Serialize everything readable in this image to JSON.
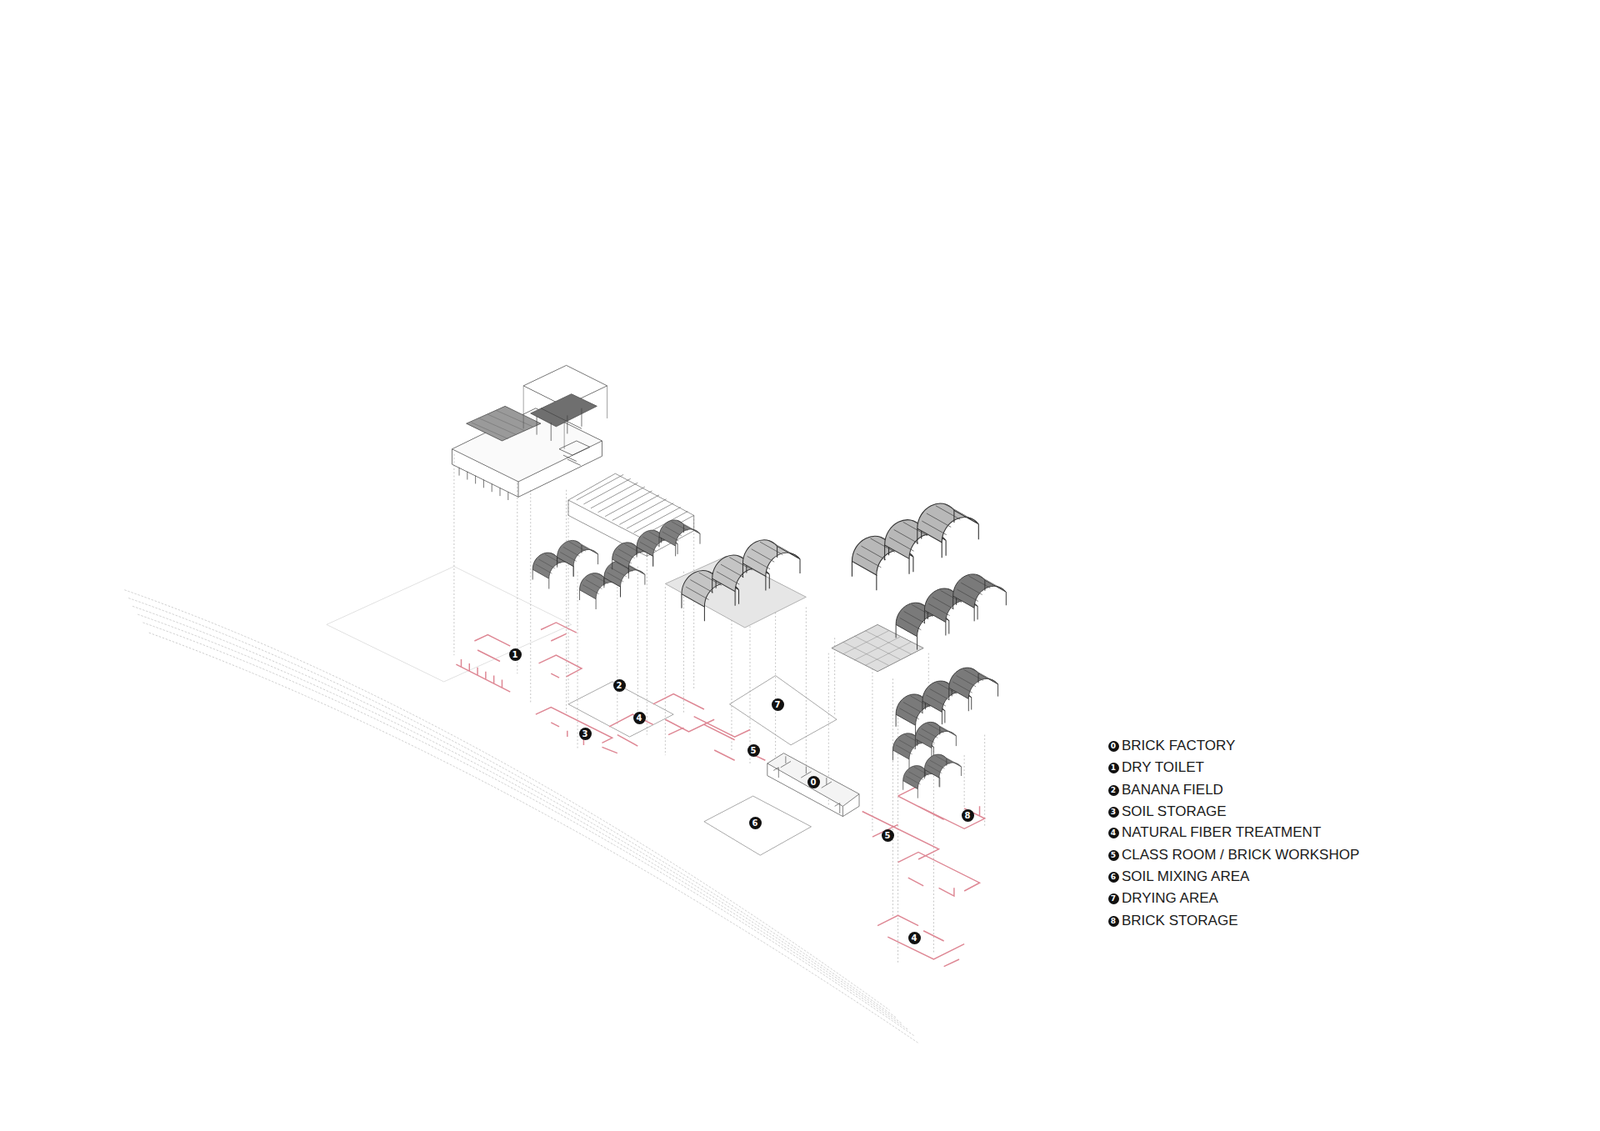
{
  "diagram": {
    "labels": [
      "1",
      "2",
      "7",
      "4",
      "3",
      "5",
      "0",
      "8",
      "6",
      "5",
      "4",
      "0",
      "1",
      "2",
      "3",
      "4",
      "5",
      "6",
      "7",
      "8"
    ],
    "legend": [
      {
        "text": "BRICK FACTORY"
      },
      {
        "text": "DRY TOILET"
      },
      {
        "text": "BANANA FIELD"
      },
      {
        "text": "SOIL STORAGE"
      },
      {
        "text": "NATURAL FIBER TREATMENT"
      },
      {
        "text": "CLASS ROOM / BRICK WORKSHOP"
      },
      {
        "text": "SOIL MIXING AREA"
      },
      {
        "text": "DRYING AREA"
      },
      {
        "text": "BRICK STORAGE"
      }
    ]
  }
}
